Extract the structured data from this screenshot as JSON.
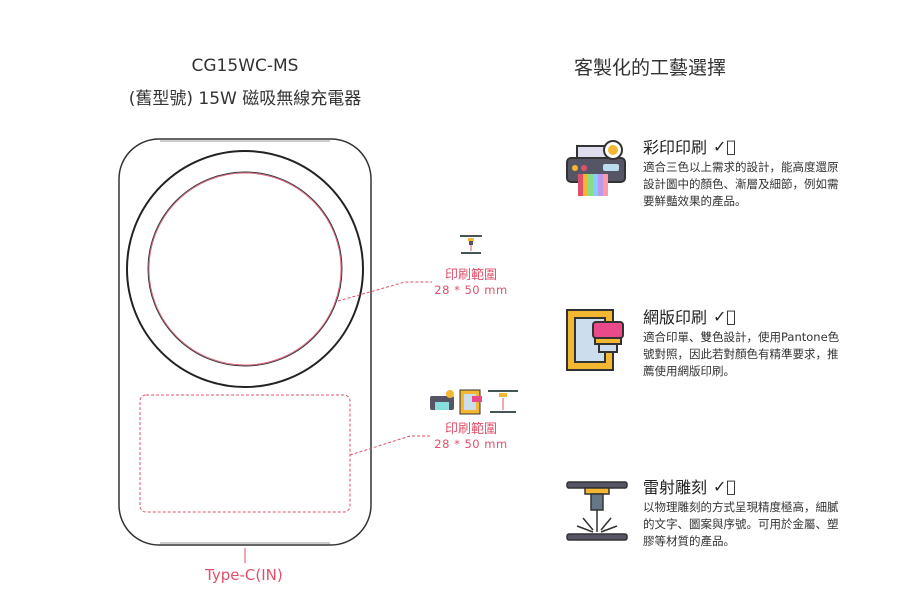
{
  "product": {
    "model": "CG15WC-MS",
    "name": "(舊型號) 15W 磁吸無線充電器"
  },
  "print_areas": [
    {
      "label": "印刷範圍",
      "size": "28 * 50 mm"
    },
    {
      "label": "印刷範圍",
      "size": "28 * 50 mm"
    }
  ],
  "port_label": "Type-C(IN)",
  "right_title": "客製化的工藝選擇",
  "methods": [
    {
      "title": "彩印印刷",
      "icon": "color-printer-icon",
      "desc": "適合三色以上需求的設計，能高度還原設計圖中的顏色、漸層及細節，例如需要鮮豔效果的產品。"
    },
    {
      "title": "網版印刷",
      "icon": "screen-print-icon",
      "desc": "適合印單、雙色設計，使用Pantone色號對照，因此若對顏色有精準要求，推薦使用網版印刷。"
    },
    {
      "title": "雷射雕刻",
      "icon": "laser-engrave-icon",
      "desc": "以物理雕刻的方式呈現精度極高，細膩的文字、圖案與序號。可用於金屬、塑膠等材質的產品。"
    }
  ],
  "colors": {
    "accent": "#e0506a",
    "text": "#333333"
  }
}
